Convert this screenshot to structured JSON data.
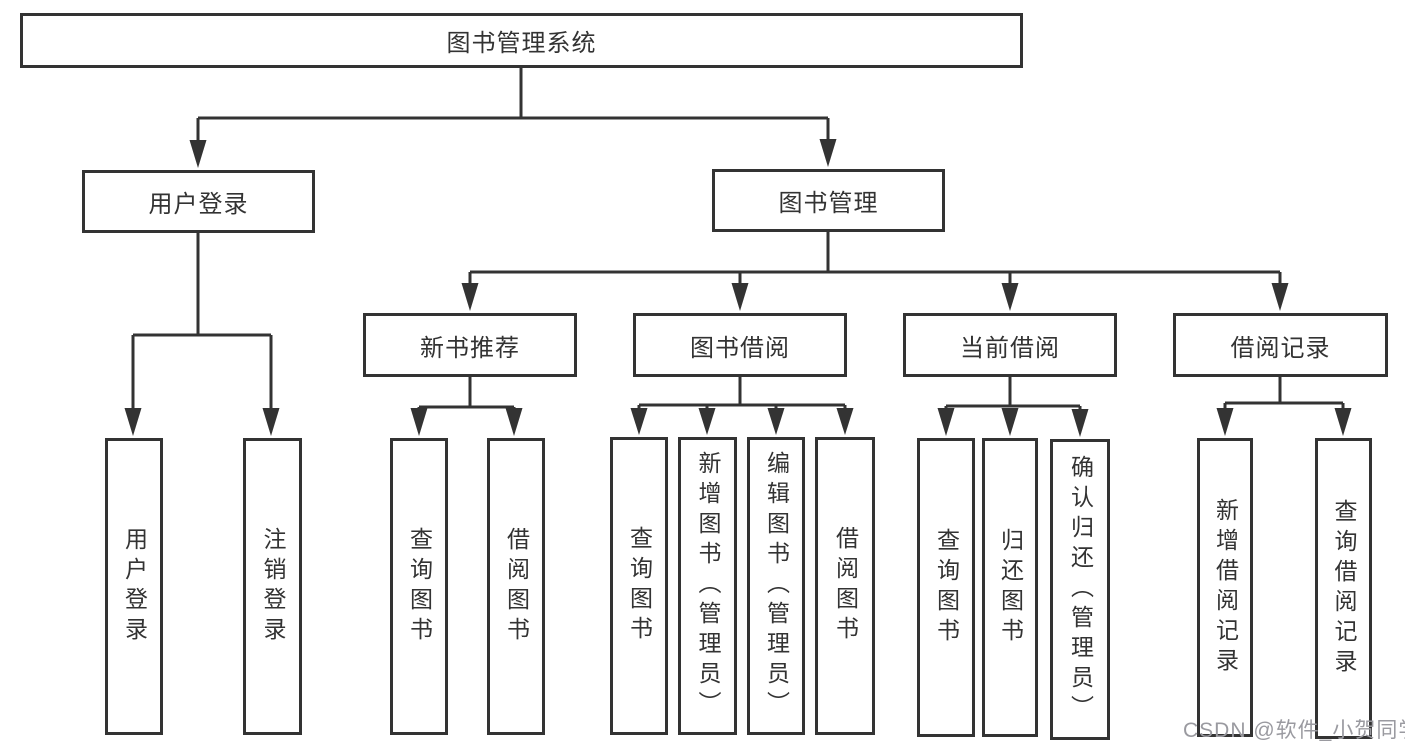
{
  "diagram": {
    "title": "图书管理系统",
    "type": "tree-structure-diagram"
  },
  "colors": {
    "line": "#333333",
    "box_border": "#333333",
    "box_background": "#ffffff",
    "text": "#333333",
    "watermark": "#9a9aa0"
  },
  "nodes": {
    "root": {
      "label": "图书管理系统"
    },
    "login": {
      "label": "用户登录"
    },
    "mgmt": {
      "label": "图书管理"
    },
    "rec": {
      "label": "新书推荐"
    },
    "borrow": {
      "label": "图书借阅"
    },
    "current": {
      "label": "当前借阅"
    },
    "records": {
      "label": "借阅记录"
    },
    "login_user": {
      "label": "用户登录"
    },
    "login_logout": {
      "label": "注销登录"
    },
    "rec_query": {
      "label": "查询图书"
    },
    "rec_borrow": {
      "label": "借阅图书"
    },
    "borrow_query": {
      "label": "查询图书"
    },
    "borrow_add": {
      "label": "新增图书（管理员）"
    },
    "borrow_edit": {
      "label": "编辑图书（管理员）"
    },
    "borrow_take": {
      "label": "借阅图书"
    },
    "current_query": {
      "label": "查询图书"
    },
    "current_return": {
      "label": "归还图书"
    },
    "current_confirm": {
      "label": "确认归还（管理员）"
    },
    "records_add": {
      "label": "新增借阅记录"
    },
    "records_query": {
      "label": "查询借阅记录"
    }
  },
  "hierarchy": {
    "图书管理系统": {
      "用户登录": [
        "用户登录",
        "注销登录"
      ],
      "图书管理": {
        "新书推荐": [
          "查询图书",
          "借阅图书"
        ],
        "图书借阅": [
          "查询图书",
          "新增图书（管理员）",
          "编辑图书（管理员）",
          "借阅图书"
        ],
        "当前借阅": [
          "查询图书",
          "归还图书",
          "确认归还（管理员）"
        ],
        "借阅记录": [
          "新增借阅记录",
          "查询借阅记录"
        ]
      }
    }
  },
  "watermark": {
    "text": "CSDN @软件_小贺同学"
  }
}
